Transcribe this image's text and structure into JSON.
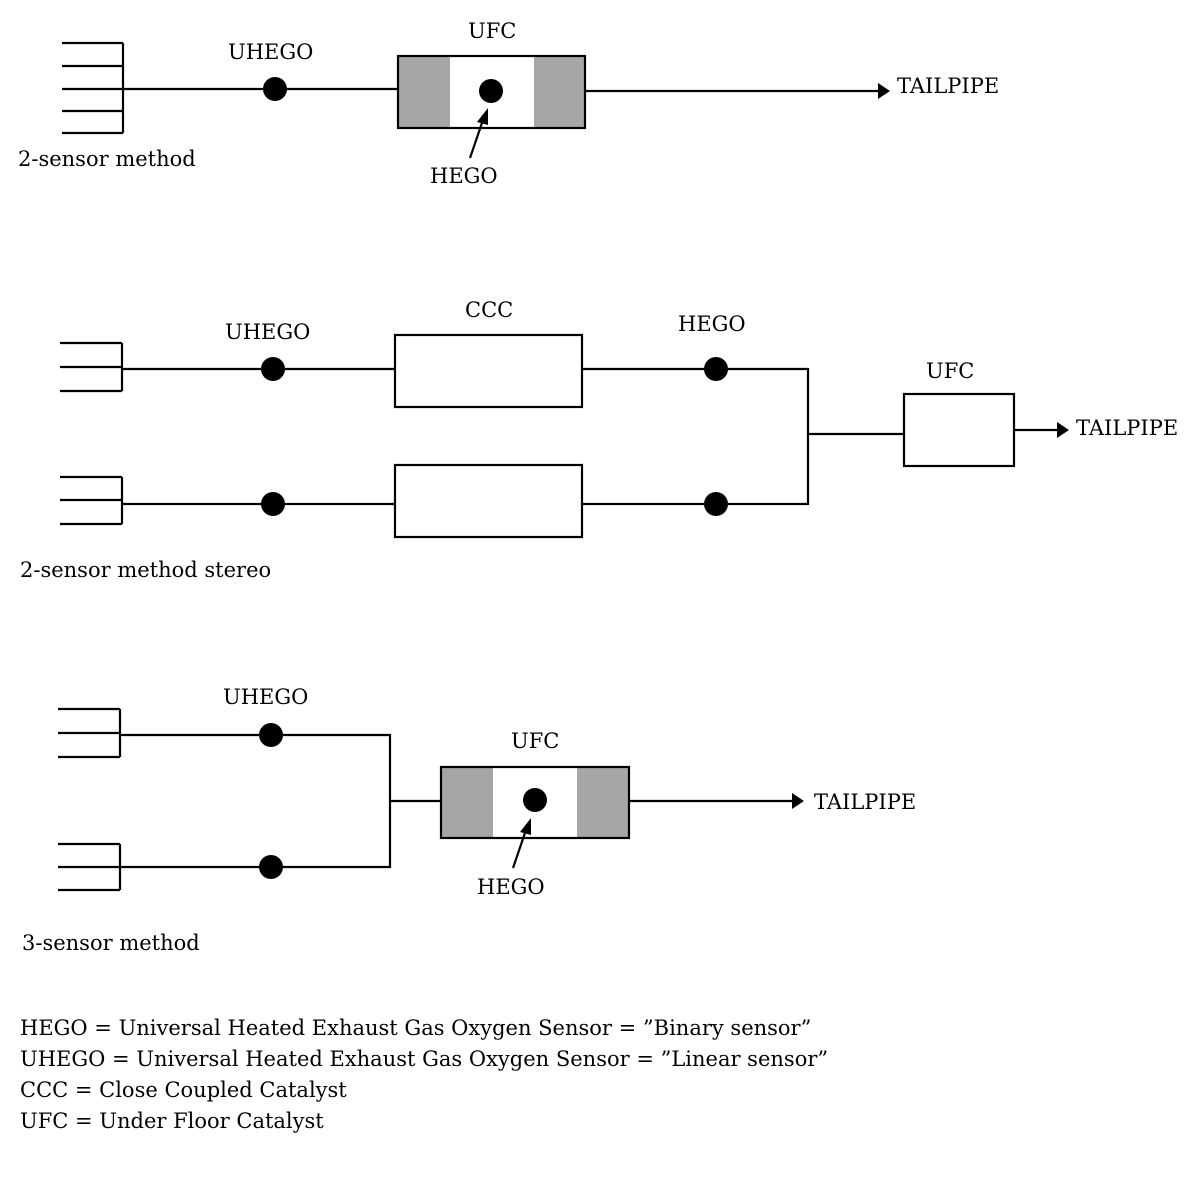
{
  "diagrams": {
    "two_sensor": {
      "method_label": "2-sensor method",
      "upstream_sensor_label": "UHEGO",
      "catalyst_label": "UFC",
      "downstream_sensor_label": "HEGO",
      "outlet_label": "TAILPIPE"
    },
    "two_sensor_stereo": {
      "method_label": "2-sensor method stereo",
      "upstream_sensor_label": "UHEGO",
      "catalyst_label": "CCC",
      "downstream_sensor_label": "HEGO",
      "underfloor_catalyst_label": "UFC",
      "outlet_label": "TAILPIPE"
    },
    "three_sensor": {
      "method_label": "3-sensor method",
      "upstream_sensor_label": "UHEGO",
      "catalyst_label": "UFC",
      "downstream_sensor_label": "HEGO",
      "outlet_label": "TAILPIPE"
    }
  },
  "legend": [
    "HEGO = Universal Heated Exhaust Gas Oxygen Sensor = ”Binary sensor”",
    "UHEGO = Universal Heated Exhaust Gas Oxygen Sensor = ”Linear sensor”",
    "CCC = Close Coupled Catalyst",
    "UFC = Under Floor Catalyst"
  ],
  "colors": {
    "line": "#000000",
    "catalyst_shading": "#a6a6a6",
    "background": "#ffffff"
  }
}
